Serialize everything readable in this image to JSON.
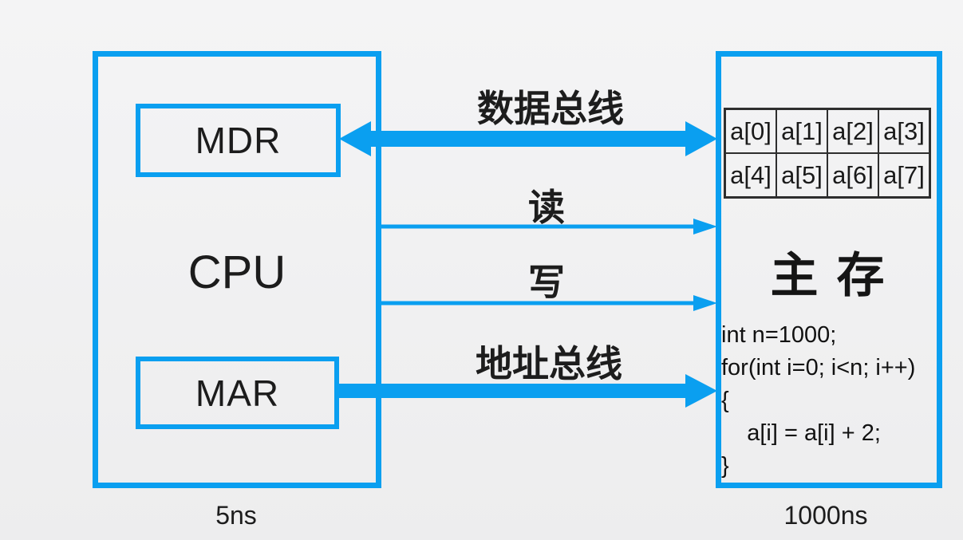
{
  "diagram": {
    "cpu": {
      "label": "CPU",
      "mdr_label": "MDR",
      "mar_label": "MAR",
      "time_label": "5ns"
    },
    "buses": {
      "data_bus_label": "数据总线",
      "read_label": "读",
      "write_label": "写",
      "address_bus_label": "地址总线"
    },
    "memory": {
      "title": "主 存",
      "time_label": "1000ns",
      "array_cells": [
        "a[0]",
        "a[1]",
        "a[2]",
        "a[3]",
        "a[4]",
        "a[5]",
        "a[6]",
        "a[7]"
      ],
      "code_lines": [
        "int n=1000;",
        "for(int i=0; i<n; i++)",
        "{",
        "    a[i] = a[i] + 2;",
        "}"
      ]
    },
    "colors": {
      "accent_blue": "#0a9ff0",
      "table_border": "#2e2e2e",
      "text": "#1c1c1c"
    }
  }
}
